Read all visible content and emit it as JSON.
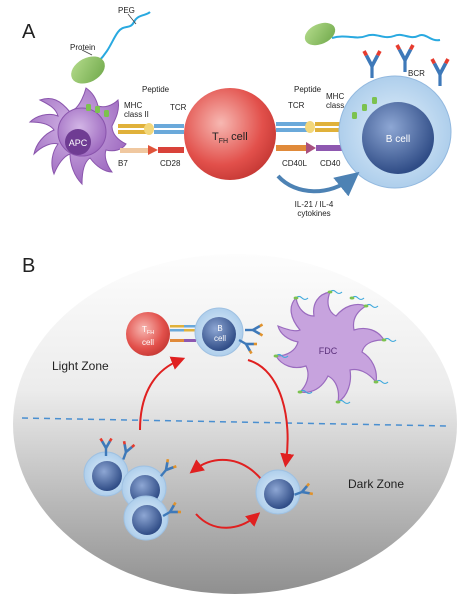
{
  "panels": {
    "a": "A",
    "b": "B"
  },
  "panel_a": {
    "peg": "PEG",
    "protein": "Protein",
    "apc": "APC",
    "mhc_left": [
      "MHC",
      "class II"
    ],
    "peptide_left": "Peptide",
    "tcr_left": "TCR",
    "b7": "B7",
    "cd28": "CD28",
    "tfh_main": "T",
    "tfh_sub": "FH",
    "tfh_suffix": " cell",
    "tcr_right": "TCR",
    "peptide_right": "Peptide",
    "mhc_right": [
      "MHC",
      "class II"
    ],
    "cd40l": "CD40L",
    "cd40": "CD40",
    "bcr": "BCR",
    "bcell": "B cell",
    "cytokines": [
      "IL-21 / IL-4",
      "cytokines"
    ]
  },
  "panel_b": {
    "tfh_main": "T",
    "tfh_sub": "FH",
    "tfh_line2": "cell",
    "b_line1": "B",
    "b_line2": "cell",
    "fdc": "FDC",
    "light_zone": "Light Zone",
    "dark_zone": "Dark Zone"
  },
  "colors": {
    "apc": "#a97ac4",
    "tfh": "#e0534f",
    "bcell": "#3f5f9c",
    "bcell_halo": "#bcd6ee",
    "peg": "#29a9e0",
    "protein": "#8cc265",
    "arrow": "#e02020",
    "zone_line": "#4a8fd0"
  }
}
